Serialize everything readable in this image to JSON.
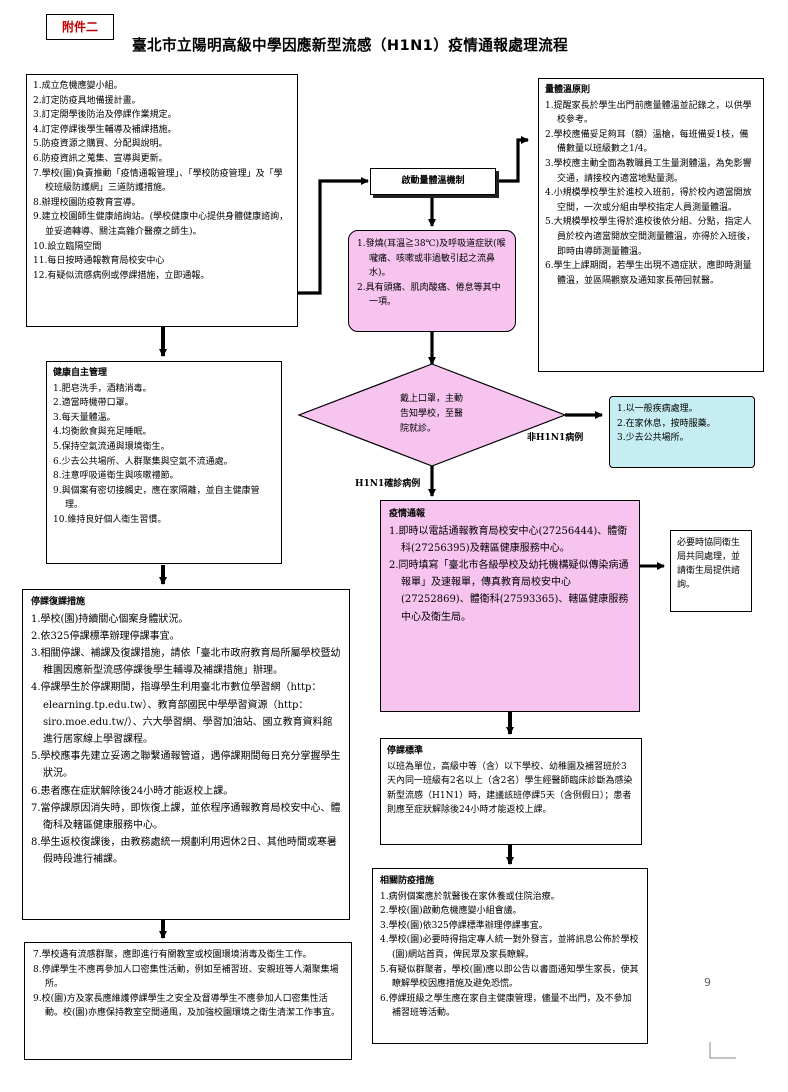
{
  "header": {
    "annex_tag": "附件二",
    "title": "臺北市立陽明高級中學因應新型流感（H1N1）疫情通報處理流程"
  },
  "prep_box": {
    "items": [
      "1.成立危機應變小組。",
      "2.訂定防疫具地備援計畫。",
      "3.訂定開學後防治及停課作業規定。",
      "4.訂定停課後學生輔導及補課措施。",
      "5.防疫資源之購買、分配與說明。",
      "6.防疫資訊之蒐集、宣導與更新。",
      "7.學校(園)負責推動「疫情通報管理」、「學校防疫管理」及「學校班級防護網」三道防護措施。",
      "8.辦理校園防疫教育宣導。",
      "9.建立校園師生健康諮詢站。(學校健康中心提供身體健康諮詢，並妥適轉導、關注高雜介醫療之師生)。",
      "10.設立臨隔空間",
      "11.每日按時通報教育局校安中心",
      "12.有疑似流感病例或停課措施，立即通報。"
    ]
  },
  "health_box": {
    "title": "健康自主管理",
    "items": [
      "1.肥皂洗手，酒精消毒。",
      "2.適當時機帶口罩。",
      "3.每天量體溫。",
      "4.均衡飲食與充足睡眠。",
      "5.保持空氣流通與環境衛生。",
      "6.少去公共場所、人群聚集與空氣不流通處。",
      "8.注意呼吸道衛生與咳嗽禮節。",
      "9.與個案有密切接觸史，應在家隔離，並自主健康管理。",
      "10.維持良好個人衛生習慣。"
    ]
  },
  "suspend_box": {
    "title": "停課復課措施",
    "items": [
      "1.學校(園)持續關心個案身體狀況。",
      "2.依325停課標準辦理停課事宜。",
      "3.相關停課、補課及復課措施，請依「臺北市政府教育局所屬學校暨幼稚園因應新型流感停課後學生輔導及補課措施」辦理。",
      "4.停課學生於停課期間，指導學生利用臺北市數位學習網（http：elearning.tp.edu.tw）、教育部國民中學學習資源（http：siro.moe.edu.tw/）、六大學習網、學習加油站、國立教育資料館進行居家線上學習課程。",
      "5.學校應事先建立妥適之聯繫通報管道，遇停課期間每日充分掌握學生狀況。",
      "6.患者應在症狀解除後24小時才能返校上課。",
      "7.當停課原因消失時，即恢復上課，並依程序通報教育局校安中心、體衛科及轄區健康服務中心。",
      "8.學生返校復課後，由教務處統一規劃利用週休2日、其他時間或寒暑假時段進行補課。"
    ]
  },
  "bottom_left_box": {
    "items": [
      "7.學校遇有流感群聚，應即進行有關教室或校園環境消毒及衛生工作。",
      "8.停課學生不應再參加人口密集性活動，例如至補習班、安親班等人潮聚集場所。",
      "9.校(園)方及家長應維護停課學生之安全及督導學生不應參加人口密集性活動。校(園)亦應保持教室空間通風，及加強校園環境之衛生清潔工作事宜。"
    ]
  },
  "temp_box": {
    "title": "量體溫原則",
    "items": [
      "1.提醒家長於學生出門前應量體溫並記錄之，以供學校參考。",
      "2.學校應備妥足夠耳（額）溫槍，每班備妥1枝，備備數量以班級數之1/4。",
      "3.學校應主動全面為教職員工生量測體溫，為免影響交通，請接校內適當地點量測。",
      "4.小規模學校學生於進校入班前，得於校內適當開放空間，一次或分組由學校指定人員測量體溫。",
      "5.大規模學校學生得於進校後依分組、分點，指定人員於校內適當開放空間測量體溫，亦得於入班後，即時由導師測量體溫。",
      "6.學生上課期間，若學生出現不適症狀，應即時測量體溫，並區隔觀察及通知家長帶回就醫。"
    ]
  },
  "flow": {
    "start_label": "啟動量體溫機制",
    "symptom_items": [
      "1.發燒(耳溫≧38℃)及呼吸道症狀(喉嚨痛、咳嗽或非過敏引起之流鼻水)。",
      "2.具有頭痛、肌肉酸痛、倦怠等其中一項。"
    ],
    "decision_text": "戴上口罩，主動告知學校，至醫院就診。",
    "non_h1n1_label": "非H1N1病例",
    "h1n1_label": "H1N1確診病例",
    "non_h1n1_items": [
      "1.以一般疾病處理。",
      "2.在家休息，按時服藥。",
      "3.少去公共場所。"
    ],
    "notify_title": "疫情通報",
    "notify_items": [
      "1.即時以電話通報教育局校安中心(27256444)、體衛科(27256395)及轄區健康服務中心。",
      "2.同時填寫「臺北市各級學校及幼托機構疑似傳染病通報單」及速報單，傳真教育局校安中心(27252869)、體衛科(27593365)、轄區健康服務中心及衛生局。"
    ],
    "side_note": "必要時協同衛生局共同處理，並請衛生局提供諮詢。"
  },
  "criteria_box": {
    "title": "停課標準",
    "text": "以班為單位，高級中等（含）以下學校、幼稚園及補習班於3天內同一班級有2名以上（含2名）學生經醫師臨床診斷為感染新型流感（H1N1）時，建議該班停課5天（含例假日）；患者則應至症狀解除後24小時才能返校上課。"
  },
  "related_box": {
    "title": "相關防疫措施",
    "items": [
      "1.病例個案應於就醫後在家休養或住院治療。",
      "2.學校(園)啟動危機應變小組會議。",
      "3.學校(園)依325停課標準辦理停課事宜。",
      "4.學校(園)必要時得指定專人統一對外發言，並將訊息公佈於學校(園)網站首頁，俾民眾及家長瞭解。",
      "5.有疑似群聚者，學校(園)應以即公告以書面通知學生家長，使其瞭解學校因應措施及避免恐慌。",
      "6.停課班級之學生應在家自主健康管理，儘量不出門，及不參加補習班等活動。"
    ]
  },
  "page_number": "9",
  "colors": {
    "pink": "#f7c4f0",
    "cyan": "#c6eef2",
    "annex_red": "#c00000"
  }
}
